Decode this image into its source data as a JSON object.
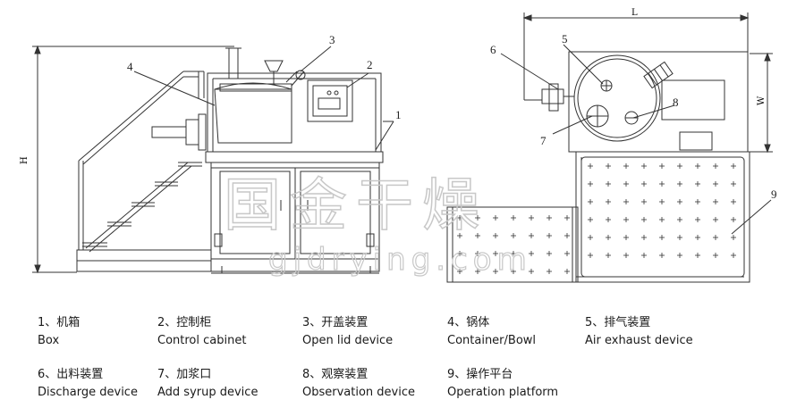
{
  "drawing": {
    "dimension_labels": {
      "height": "H",
      "length": "L",
      "width": "W"
    },
    "callouts": [
      "1",
      "2",
      "3",
      "4",
      "5",
      "6",
      "7",
      "8",
      "9"
    ],
    "watermark": {
      "chinese": "国金干燥",
      "url": "gjdrying.com"
    }
  },
  "legend": [
    {
      "zh": "1、机箱",
      "en": "Box"
    },
    {
      "zh": "2、控制柜",
      "en": "Control cabinet"
    },
    {
      "zh": "3、开盖装置",
      "en": "Open lid device"
    },
    {
      "zh": "4、锅体",
      "en": "Container/Bowl"
    },
    {
      "zh": "5、排气装置",
      "en": "Air exhaust device"
    },
    {
      "zh": "6、出料装置",
      "en": "Discharge device"
    },
    {
      "zh": "7、加浆口",
      "en": "Add syrup device"
    },
    {
      "zh": "8、观察装置",
      "en": "Observation device"
    },
    {
      "zh": "9、操作平台",
      "en": "Operation platform"
    }
  ]
}
